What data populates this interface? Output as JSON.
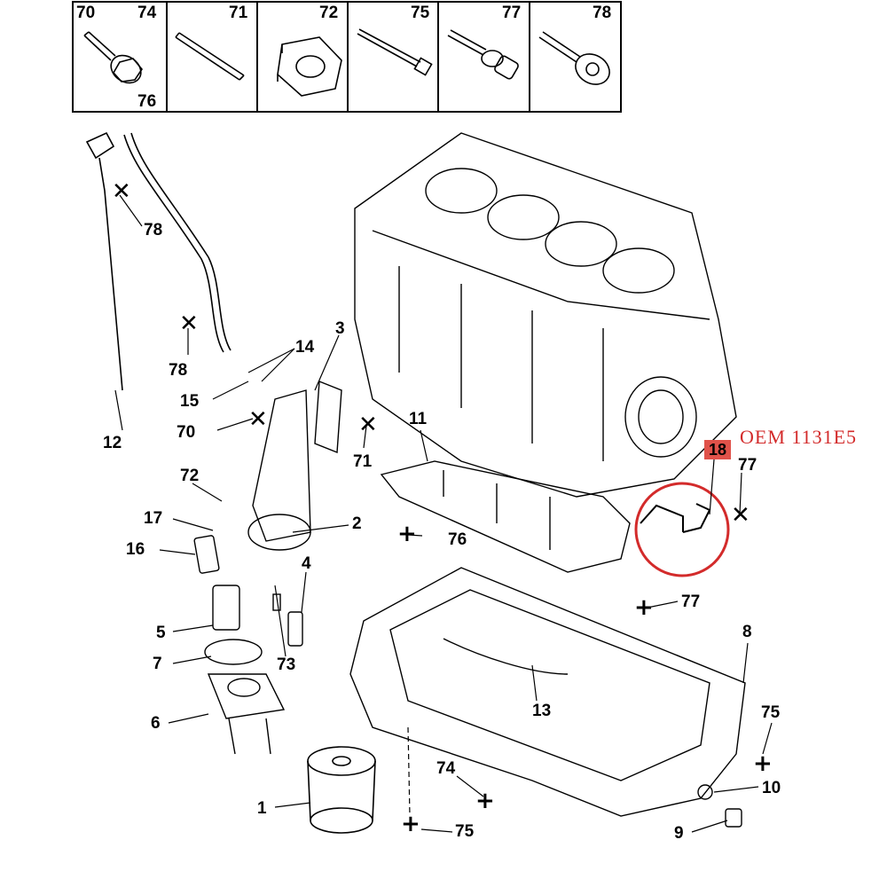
{
  "header_cells": [
    {
      "top_left": "70",
      "top_right": "74",
      "bottom_right": "76"
    },
    {
      "top_right": "71"
    },
    {
      "top_right": "72"
    },
    {
      "top_right": "75"
    },
    {
      "top_right": "77"
    },
    {
      "top_right": "78"
    }
  ],
  "oem_label": "OEM 1131E5",
  "highlight_ref": "18",
  "callouts": {
    "c78a": "78",
    "c78b": "78",
    "c14": "14",
    "c15": "15",
    "c3": "3",
    "c70": "70",
    "c71": "71",
    "c11": "11",
    "c12": "12",
    "c72": "72",
    "c17": "17",
    "c2": "2",
    "c16": "16",
    "c76": "76",
    "c77a": "77",
    "c4": "4",
    "c5": "5",
    "c7": "7",
    "c73": "73",
    "c77b": "77",
    "c8": "8",
    "c6": "6",
    "c13": "13",
    "c75a": "75",
    "c74": "74",
    "c10": "10",
    "c1": "1",
    "c75b": "75",
    "c9": "9"
  },
  "symbols": {
    "plus": "+",
    "cross": "✕"
  },
  "colors": {
    "highlight_circle": "#d32b2b",
    "oem_text": "#d32b2b",
    "ref_box": "#e0524a"
  }
}
